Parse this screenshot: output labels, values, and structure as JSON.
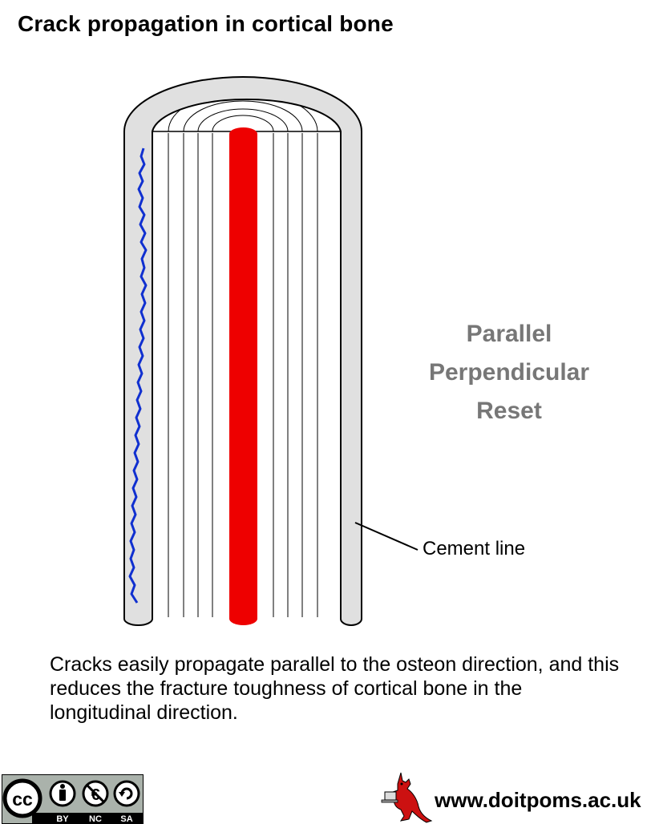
{
  "title": "Crack propagation in cortical bone",
  "controls": {
    "parallel": "Parallel",
    "perpendicular": "Perpendicular",
    "reset": "Reset"
  },
  "labels": {
    "cement_line": "Cement line"
  },
  "caption": "Cracks easily propagate parallel to the osteon direction, and this reduces the fracture toughness of cortical bone in the longitudinal direction.",
  "license": {
    "by": "BY",
    "nc": "NC",
    "sa": "SA",
    "cc": "cc"
  },
  "footer": {
    "url": "www.doitpoms.ac.uk"
  },
  "colors": {
    "cement_line_fill": "#e0e0e0",
    "crack": "#1030d0",
    "haversian_canal": "#ee0000",
    "control_text": "#777777"
  }
}
